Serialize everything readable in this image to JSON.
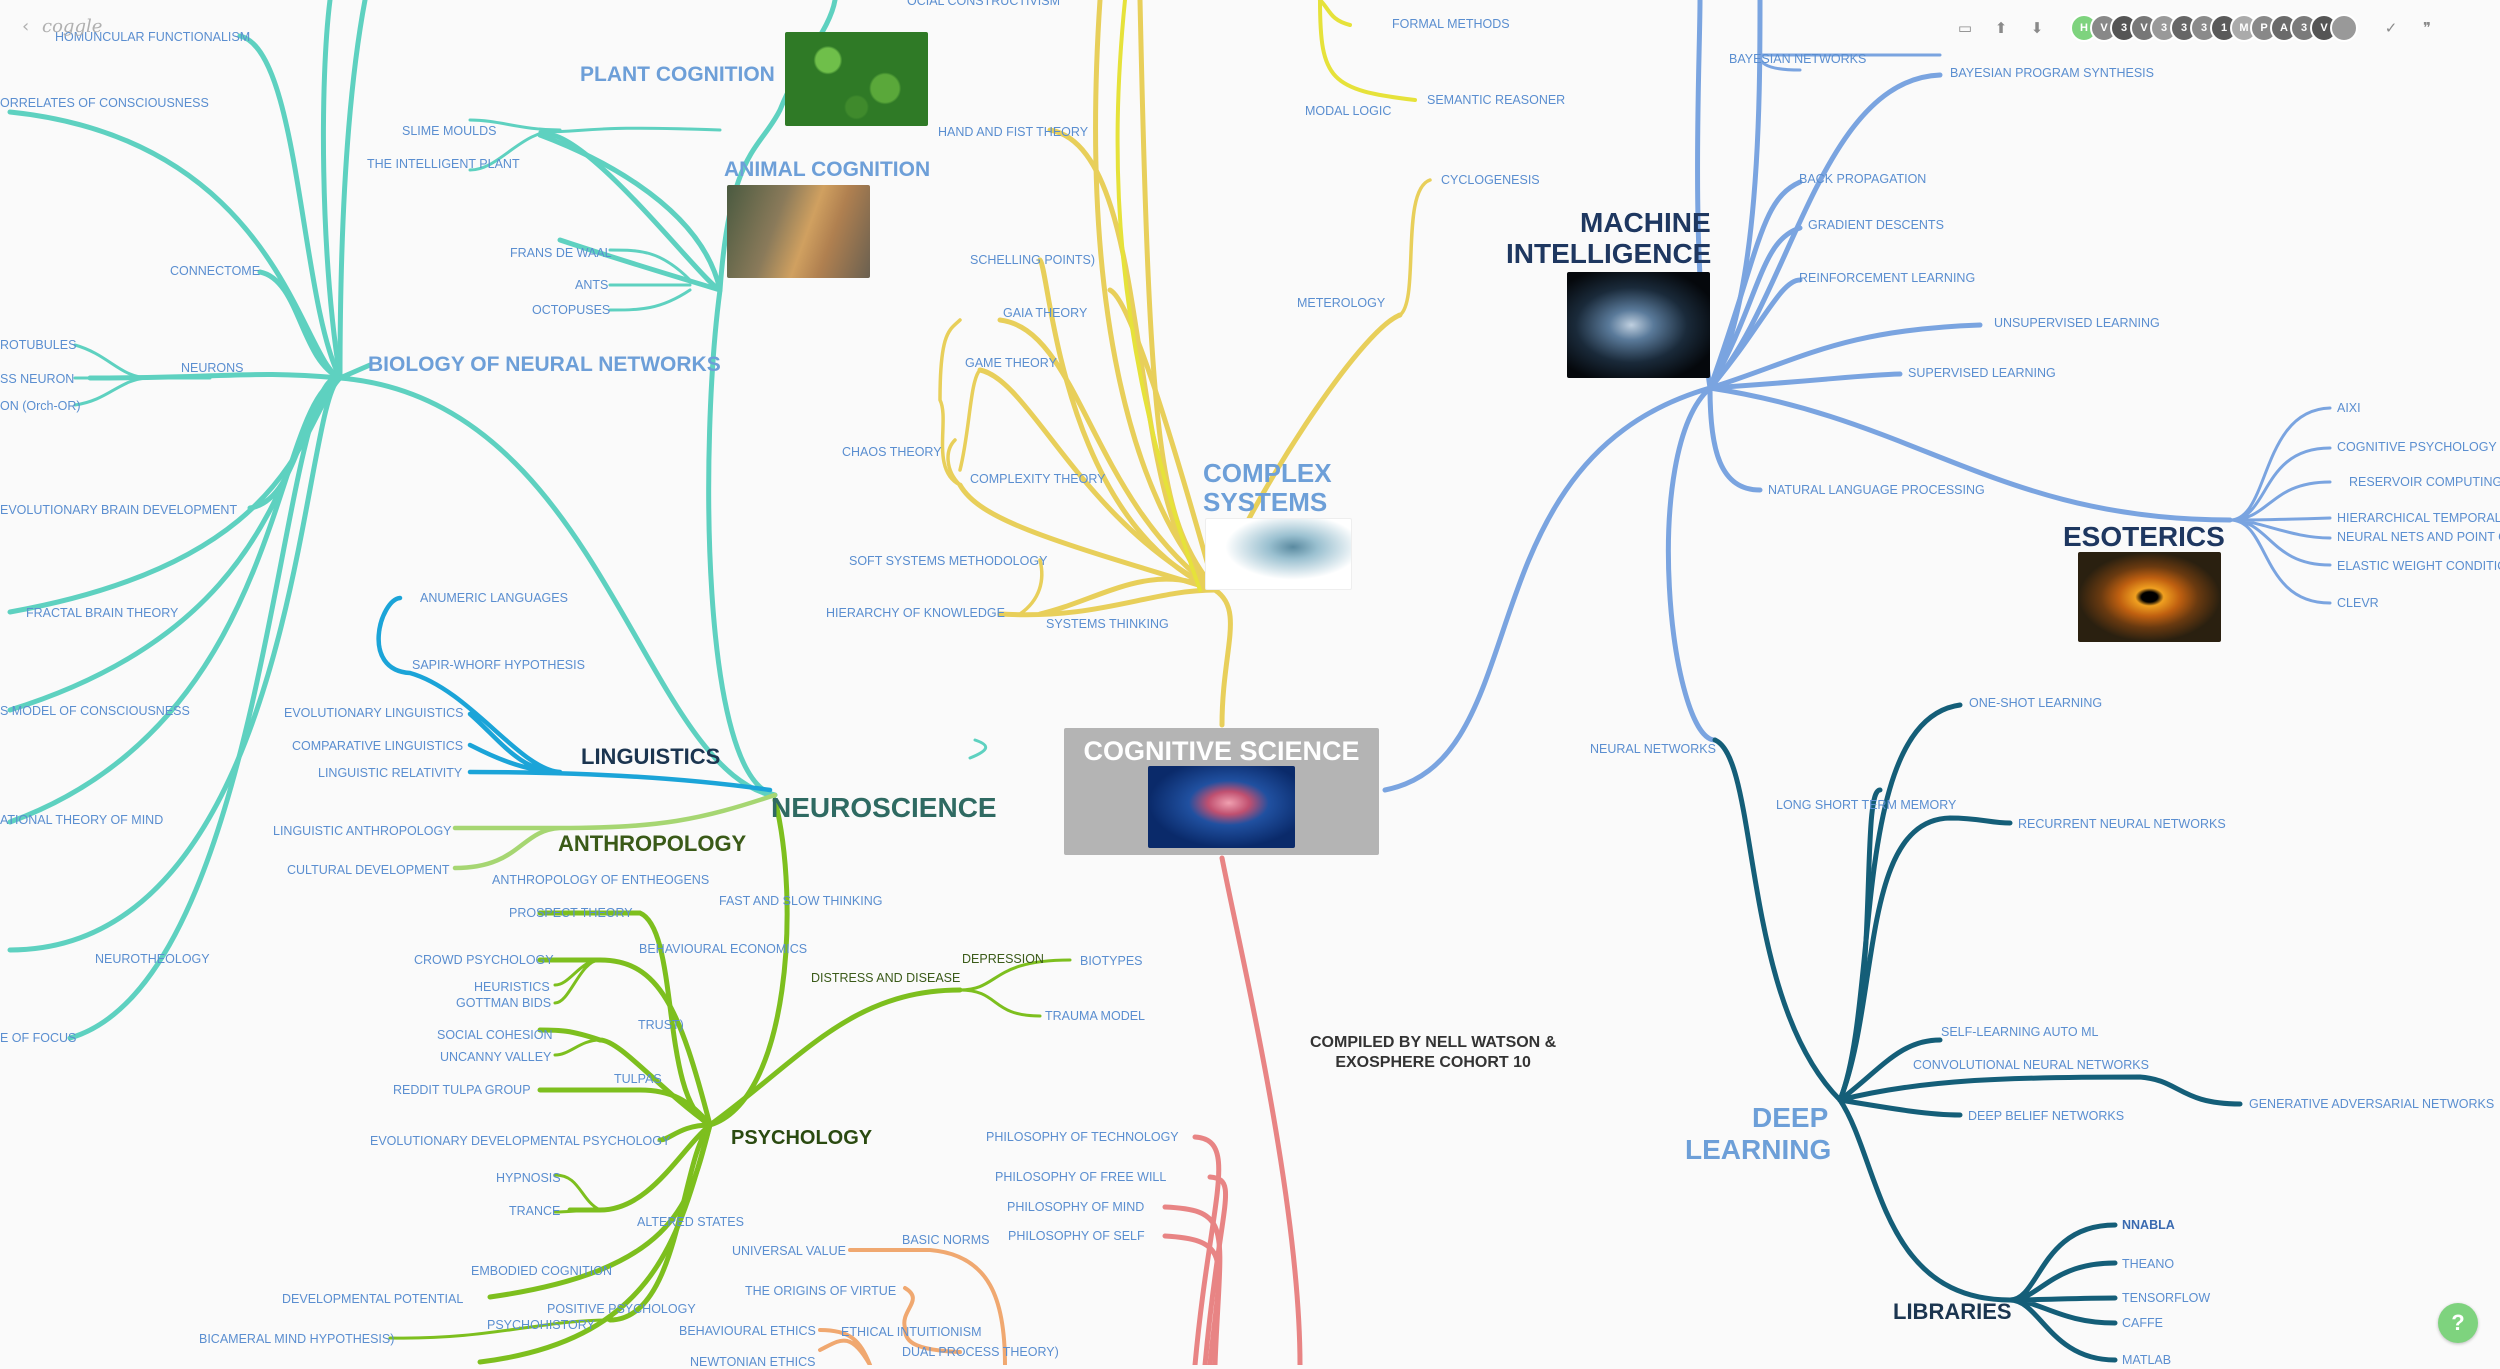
{
  "app": {
    "logo": "coggle",
    "back_icon": "chevron-left-icon",
    "help_label": "?"
  },
  "toolbar": {
    "buttons": [
      {
        "name": "present-icon",
        "glyph": "▭"
      },
      {
        "name": "arrow-up-icon",
        "glyph": "⬆"
      },
      {
        "name": "arrow-down-icon",
        "glyph": "⬇"
      }
    ],
    "avatars": [
      {
        "letter": "H",
        "color": "#7ed37e"
      },
      {
        "letter": "V",
        "color": "#888888"
      },
      {
        "letter": "3",
        "color": "#555555"
      },
      {
        "letter": "V",
        "color": "#777777"
      },
      {
        "letter": "3",
        "color": "#999999"
      },
      {
        "letter": "3",
        "color": "#666666"
      },
      {
        "letter": "3",
        "color": "#8a8a8a"
      },
      {
        "letter": "1",
        "color": "#5a5a5a"
      },
      {
        "letter": "M",
        "color": "#aaaaaa"
      },
      {
        "letter": "P",
        "color": "#888888"
      },
      {
        "letter": "A",
        "color": "#6a6a6a"
      },
      {
        "letter": "3",
        "color": "#7a7a7a"
      },
      {
        "letter": "V",
        "color": "#555555"
      },
      {
        "letter": "",
        "color": "#999999"
      }
    ],
    "check_icon": "✓",
    "quote_icon": "❞"
  },
  "colors": {
    "teal": "#5ed1c0",
    "yellow": "#e8cf5a",
    "yellow2": "#e6e23a",
    "blue": "#7aa4e0",
    "darkteal": "#145e78",
    "green": "#7dbf1e",
    "lightgreen": "#a6d672",
    "cyan": "#1ba4d8",
    "red": "#e88484",
    "orange": "#f0a870"
  },
  "center": {
    "title": "COGNITIVE SCIENCE"
  },
  "credit": {
    "line1": "COMPILED BY NELL WATSON &",
    "line2": "EXOSPHERE COHORT 10"
  },
  "headings": {
    "plant_cognition": "PLANT COGNITION",
    "animal_cognition": "ANIMAL COGNITION",
    "biology": "BIOLOGY OF NEURAL NETWORKS",
    "complex_1": "COMPLEX",
    "complex_2": "SYSTEMS",
    "machine_1": "MACHINE",
    "machine_2": "INTELLIGENCE",
    "esoterics": "ESOTERICS",
    "linguistics": "LINGUISTICS",
    "neuroscience": "NEUROSCIENCE",
    "anthropology": "ANTHROPOLOGY",
    "psychology": "PSYCHOLOGY",
    "deep_1": "DEEP",
    "deep_2": "LEARNING",
    "libraries": "LIBRARIES"
  },
  "labels": {
    "homuncular": "HOMUNCULAR FUNCTIONALISM",
    "correlates": "ORRELATES OF CONSCIOUSNESS",
    "connectome": "CONNECTOME",
    "rotubules": "ROTUBULES",
    "ss_neuron": "SS NEURON",
    "orch_or": "ON (Orch-OR)",
    "neurons": "NEURONS",
    "evo_brain": "EVOLUTIONARY BRAIN DEVELOPMENT",
    "fractal": "FRACTAL BRAIN THEORY",
    "model_consc": "S MODEL OF CONSCIOUSNESS",
    "rational_theory": "ATIONAL THEORY OF MIND",
    "neurotheology": "NEUROTHEOLOGY",
    "of_focus": "E OF FOCUS",
    "slime": "SLIME MOULDS",
    "intelligent_plant": "THE INTELLIGENT PLANT",
    "frans": "FRANS DE WAAL",
    "ants": "ANTS",
    "octopuses": "OCTOPUSES",
    "hand_fist": "HAND AND FIST THEORY",
    "social_constr": "OCIAL CONSTRUCTIVISM",
    "schelling": "SCHELLING POINTS)",
    "gaia": "GAIA THEORY",
    "game_theory": "GAME THEORY",
    "chaos": "CHAOS THEORY",
    "complexity": "COMPLEXITY THEORY",
    "soft_systems": "SOFT SYSTEMS METHODOLOGY",
    "hierarchy": "HIERARCHY OF KNOWLEDGE",
    "systems_thinking": "SYSTEMS THINKING",
    "formal_methods": "FORMAL METHODS",
    "modal_logic": "MODAL LOGIC",
    "semantic_reasoner": "SEMANTIC REASONER",
    "cyclogenesis": "CYCLOGENESIS",
    "meterology": "METEROLOGY",
    "bayesian_networks": "BAYESIAN NETWORKS",
    "bayesian_program": "BAYESIAN PROGRAM SYNTHESIS",
    "back_prop": "BACK PROPAGATION",
    "gradient": "GRADIENT DESCENTS",
    "reinforcement": "REINFORCEMENT LEARNING",
    "unsupervised": "UNSUPERVISED LEARNING",
    "supervised": "SUPERVISED LEARNING",
    "nlp": "NATURAL LANGUAGE PROCESSING",
    "aixi": "AIXI",
    "cog_psych": "COGNITIVE PSYCHOLOGY FO",
    "reservoir": "RESERVOIR COMPUTING",
    "hier_temporal": "HIERARCHICAL TEMPORAL M",
    "neural_nets_point": "NEURAL NETS AND POINT CL",
    "elastic": "ELASTIC WEIGHT CONDITION",
    "clevr": "CLEVR",
    "anumeric": "ANUMERIC LANGUAGES",
    "sapir": "SAPIR-WHORF HYPOTHESIS",
    "evo_ling": "EVOLUTIONARY LINGUISTICS",
    "comp_ling": "COMPARATIVE LINGUISTICS",
    "ling_rel": "LINGUISTIC RELATIVITY",
    "ling_anthro": "LINGUISTIC ANTHROPOLOGY",
    "cultural_dev": "CULTURAL DEVELOPMENT",
    "anthro_entheo": "ANTHROPOLOGY OF ENTHEOGENS",
    "prospect": "PROSPECT THEORY",
    "fast_slow": "FAST AND SLOW THINKING",
    "crowd_psych": "CROWD PSYCHOLOGY",
    "behav_econ": "BEHAVIOURAL ECONOMICS",
    "heuristics": "HEURISTICS",
    "gottman": "GOTTMAN BIDS",
    "trust": "TRUST)",
    "social_cohesion": "SOCIAL COHESION",
    "uncanny": "UNCANNY VALLEY",
    "tulpas": "TULPAS",
    "reddit_tulpa": "REDDIT TULPA GROUP",
    "evo_dev_psych": "EVOLUTIONARY DEVELOPMENTAL PSYCHOLOGY",
    "hypnosis": "HYPNOSIS",
    "trance": "TRANCE",
    "altered": "ALTERED STATES",
    "embodied": "EMBODIED COGNITION",
    "dev_potential": "DEVELOPMENTAL POTENTIAL",
    "positive_psych": "POSITIVE PSYCHOLOGY",
    "psychohistory": "PSYCHOHISTORY",
    "bicameral": "BICAMERAL MIND HYPOTHESIS)",
    "distress": "DISTRESS AND DISEASE",
    "depression": "DEPRESSION",
    "biotypes": "BIOTYPES",
    "trauma": "TRAUMA MODEL",
    "phil_tech": "PHILOSOPHY OF TECHNOLOGY",
    "phil_free": "PHILOSOPHY OF FREE WILL",
    "phil_mind": "PHILOSOPHY OF MIND",
    "phil_self": "PHILOSOPHY OF SELF",
    "universal_value": "UNIVERSAL VALUE",
    "basic_norms": "BASIC NORMS",
    "origins_virtue": "THE ORIGINS OF VIRTUE",
    "behav_ethics": "BEHAVIOURAL ETHICS",
    "ethical_intuit": "ETHICAL INTUITIONISM",
    "dual_process": "DUAL PROCESS THEORY)",
    "newtonian": "NEWTONIAN ETHICS",
    "neural_networks": "NEURAL NETWORKS",
    "one_shot": "ONE-SHOT LEARNING",
    "lstm": "LONG SHORT TERM MEMORY",
    "rnn": "RECURRENT NEURAL NETWORKS",
    "self_learning": "SELF-LEARNING AUTO ML",
    "cnn": "CONVOLUTIONAL NEURAL NETWORKS",
    "gan": "GENERATIVE ADVERSARIAL NETWORKS",
    "dbn": "DEEP BELIEF NETWORKS",
    "nnabla": "NNABLA",
    "theano": "THEANO",
    "tensorflow": "TENSORFLOW",
    "caffe": "CAFFE",
    "matlab": "MATLAB"
  }
}
